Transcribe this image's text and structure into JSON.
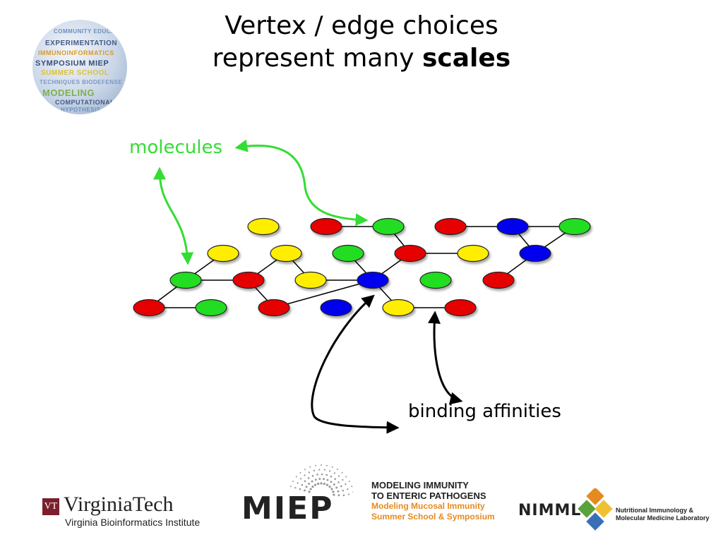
{
  "title": {
    "line1": "Vertex / edge choices",
    "line2_prefix": "represent many ",
    "line2_emphasis": "scales"
  },
  "annotations": {
    "molecules": "molecules",
    "binding_affinities": "binding affinities"
  },
  "colors": {
    "red": "#e60000",
    "yellow": "#ffee00",
    "green": "#22dd22",
    "blue": "#0000ee",
    "annotation_green": "#33dd33",
    "edge": "#000000"
  },
  "graph": {
    "nodes": [
      {
        "id": "r0a",
        "color": "yellow"
      },
      {
        "id": "r0b",
        "color": "red"
      },
      {
        "id": "r0c",
        "color": "green"
      },
      {
        "id": "r0d",
        "color": "red"
      },
      {
        "id": "r0e",
        "color": "blue"
      },
      {
        "id": "r0f",
        "color": "green"
      },
      {
        "id": "r1a",
        "color": "yellow"
      },
      {
        "id": "r1b",
        "color": "yellow"
      },
      {
        "id": "r1c",
        "color": "green"
      },
      {
        "id": "r1d",
        "color": "red"
      },
      {
        "id": "r1e",
        "color": "yellow"
      },
      {
        "id": "r1f",
        "color": "blue"
      },
      {
        "id": "r2a",
        "color": "green"
      },
      {
        "id": "r2b",
        "color": "red"
      },
      {
        "id": "r2c",
        "color": "yellow"
      },
      {
        "id": "r2d",
        "color": "blue"
      },
      {
        "id": "r2e",
        "color": "green"
      },
      {
        "id": "r2f",
        "color": "red"
      },
      {
        "id": "r3a",
        "color": "red"
      },
      {
        "id": "r3b",
        "color": "green"
      },
      {
        "id": "r3c",
        "color": "red"
      },
      {
        "id": "r3d",
        "color": "blue"
      },
      {
        "id": "r3e",
        "color": "yellow"
      },
      {
        "id": "r3f",
        "color": "red"
      }
    ],
    "edges": [
      [
        "r0b",
        "r0c"
      ],
      [
        "r0d",
        "r0e"
      ],
      [
        "r0e",
        "r0f"
      ],
      [
        "r1d",
        "r1e"
      ],
      [
        "r0e",
        "r1f"
      ],
      [
        "r0f",
        "r1f"
      ],
      [
        "r0c",
        "r1d"
      ],
      [
        "r2a",
        "r2b"
      ],
      [
        "r2a",
        "r1a"
      ],
      [
        "r2b",
        "r1b"
      ],
      [
        "r2c",
        "r1b"
      ],
      [
        "r2d",
        "r1c"
      ],
      [
        "r2d",
        "r1d"
      ],
      [
        "r2d",
        "r2c"
      ],
      [
        "r1f",
        "r2f"
      ],
      [
        "r3a",
        "r3b"
      ],
      [
        "r3a",
        "r2a"
      ],
      [
        "r3c",
        "r2b"
      ],
      [
        "r3c",
        "r2d"
      ],
      [
        "r3e",
        "r2d"
      ],
      [
        "r3e",
        "r3f"
      ]
    ]
  },
  "footer": {
    "globe_words": [
      "SUMMER SCHOOL",
      "EXPERIMENTATION",
      "SYMPOSIUM MIEP",
      "IMMUNOINFORMATICS",
      "TECHNIQUES BIODEFENSE",
      "MODELING",
      "COMPUTATIONAL",
      "HYPOTHESIS",
      "COMMUNITY EDUCATION"
    ],
    "vt_mark": "VT",
    "vt_name": "VirginiaTech",
    "vt_sub": "Virginia Bioinformatics Institute",
    "miep_word": "MIEP",
    "miep_line1": "MODELING IMMUNITY",
    "miep_line2": "TO ENTERIC PATHOGENS",
    "miep_line3": "Modeling Mucosal Immunity",
    "miep_line4": "Summer School & Symposium",
    "nimml_word": "NIMML",
    "nimml_line1": "Nutritional Immunology &",
    "nimml_line2": "Molecular Medicine Laboratory"
  }
}
